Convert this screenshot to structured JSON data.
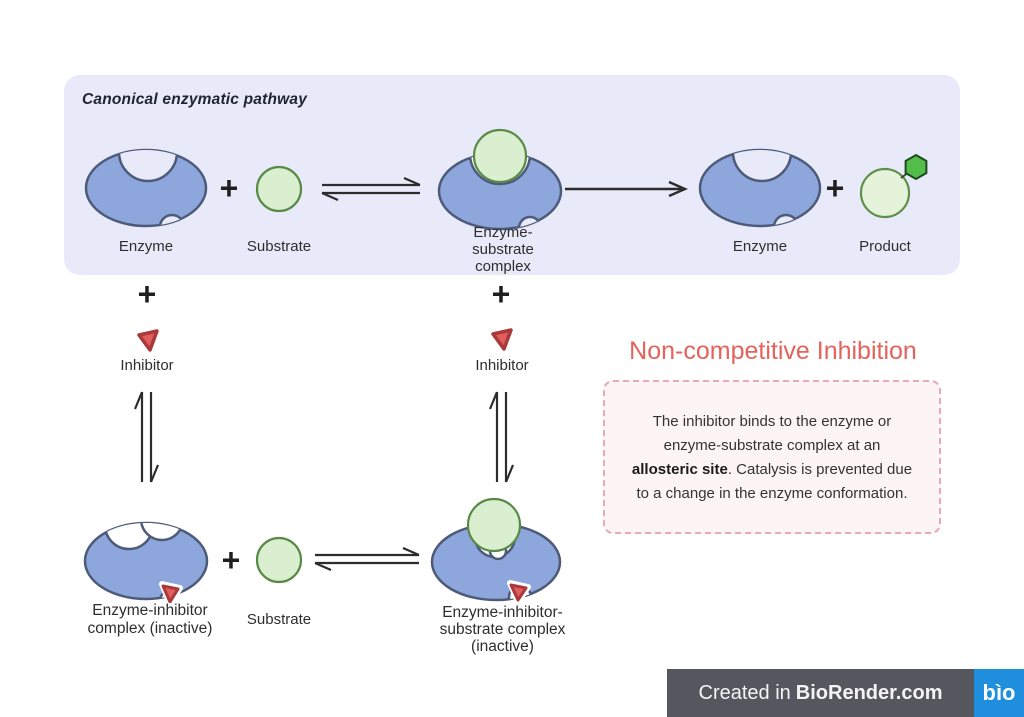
{
  "colors": {
    "panel_bg": "#e9eaf9",
    "enzyme_fill": "#8da6dc",
    "enzyme_stroke": "#4d5a78",
    "substrate_fill": "#d9efcf",
    "substrate_stroke": "#588a46",
    "product_fill": "#e4f3da",
    "hexagon_fill": "#53bd4a",
    "inhibitor_fill": "#e25d5d",
    "inhibitor_stroke": "#aa3a3a",
    "title_accent": "#e4635c",
    "infobox_bg": "#fdf4f6",
    "infobox_border": "#e8aab6",
    "footer_bg": "#54585e",
    "logo_bg": "#1f8edd"
  },
  "panel": {
    "title": "Canonical enzymatic pathway"
  },
  "labels": {
    "plus": "+",
    "enzyme_1": "Enzyme",
    "substrate_1": "Substrate",
    "es_complex_l1": "Enzyme-",
    "es_complex_l2": "substrate",
    "es_complex_l3": "complex",
    "enzyme_2": "Enzyme",
    "product": "Product",
    "inhibitor_left": "Inhibitor",
    "inhibitor_mid": "Inhibitor",
    "ei_complex_l1": "Enzyme-inhibitor",
    "ei_complex_l2": "complex (inactive)",
    "substrate_2": "Substrate",
    "eis_complex_l1": "Enzyme-inhibitor-",
    "eis_complex_l2": "substrate complex",
    "eis_complex_l3": "(inactive)"
  },
  "info": {
    "title": "Non-competitive Inhibition",
    "line1": "The inhibitor binds to the enzyme or",
    "line2": "enzyme-substrate complex at an",
    "line3_bold": "allosteric site",
    "line3_rest": ". Catalysis is prevented due",
    "line4": "to a change in the enzyme conformation."
  },
  "footer": {
    "prefix": "Created in",
    "brand": "BioRender.com",
    "logo": "bìo"
  }
}
